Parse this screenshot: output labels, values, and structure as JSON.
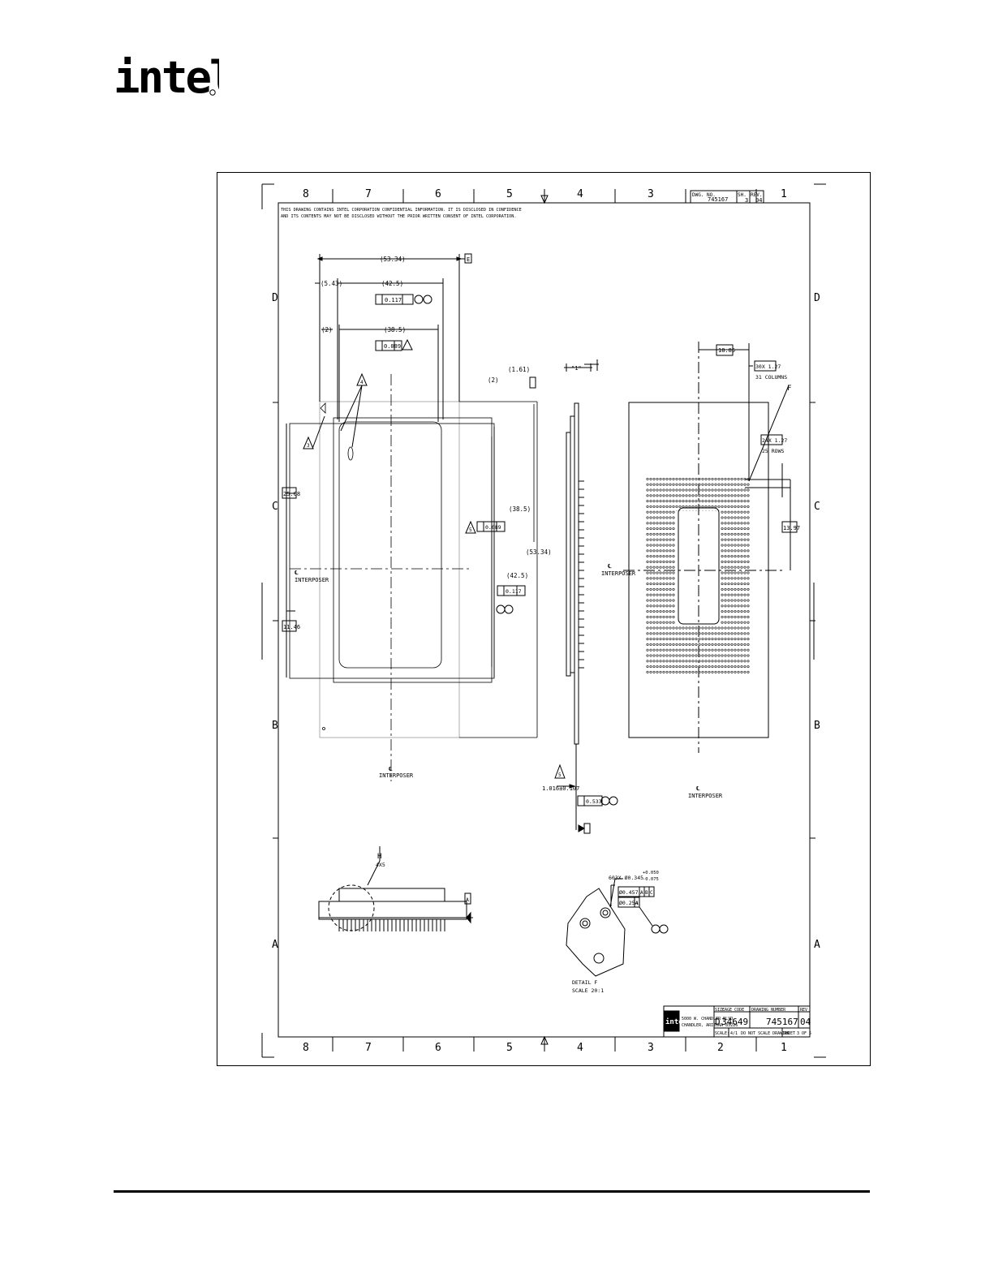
{
  "header": {
    "logo_text": "intel"
  },
  "drawing": {
    "zone_columns": [
      "8",
      "7",
      "6",
      "5",
      "4",
      "3",
      "2",
      "1"
    ],
    "zone_rows": [
      "D",
      "C",
      "B",
      "A"
    ],
    "confidential_note_line1": "THIS DRAWING CONTAINS INTEL CORPORATION CONFIDENTIAL INFORMATION. IT IS DISCLOSED IN CONFIDENCE",
    "confidential_note_line2": "AND ITS CONTENTS MAY NOT BE DISCLOSED WITHOUT THE PRIOR WRITTEN CONSENT OF INTEL CORPORATION.",
    "top_title_block": {
      "dwg_no_label": "DWG. NO.",
      "dwg_no": "745167",
      "sheet_label": "SH.",
      "sheet": "3",
      "rev_label": "REV.",
      "rev": "04"
    },
    "dims": {
      "d_53_34": "(53.34)",
      "d_5_43": "(5.43)",
      "d_42_5": "(42.5)",
      "d_38_5": "(38.5)",
      "d_2_left": "(2)",
      "d_2_right": "(2)",
      "d_1_61": "(1.61)",
      "d_25_08": "25.08",
      "d_11_46": "11.46",
      "d_53_34_v": "(53.34)",
      "d_38_5_v": "(38.5)",
      "d_42_5_v": "(42.5)",
      "d_1_f": "\"1\"",
      "d_18_85": "18.85",
      "d_30x": "30X 1.27",
      "columns": "31 COLUMNS",
      "d_24x": "24X 1.27",
      "rows": "25 ROWS",
      "d_13_97": "13.97",
      "d_thick": "1.016±0.107",
      "d_flat": "0.533",
      "tol_0_117": "0.117",
      "tol_0_089": "0.089",
      "hole_spec": "603X Ø0.345",
      "hole_tol_plus": "+0.050",
      "hole_tol_minus": "-0.075",
      "tol_0_457": "Ø0.457",
      "tol_0_254": "Ø0.254"
    },
    "labels": {
      "interposer": "INTERPOSER",
      "cl": "℄",
      "datum_a": "A",
      "datum_b": "B",
      "datum_c": "C",
      "datum_e": "E",
      "note_1": "1",
      "note_2": "2",
      "note_3": "3",
      "note_4": "4",
      "note_5": "5",
      "callout_f": "F",
      "callout_h": "H",
      "callout_4x": "4X5",
      "detail_title": "DETAIL  F",
      "detail_scale": "SCALE  20:1"
    },
    "title_block": {
      "company_line1": "5000 W. CHANDLER BLVD.",
      "company_line2": "CHANDLER, ARIZONA  85226",
      "size_label": "SIZE",
      "size": "D",
      "cage_label": "CAGE CODE",
      "cage": "34649",
      "dwg_label": "DRAWING NUMBER",
      "dwg": "745167",
      "rev_label": "REV",
      "rev": "04",
      "scale_label": "SCALE:",
      "scale": "4/1",
      "no_scale": "DO NOT SCALE DRAWING",
      "sheet_label": "SHEET",
      "sheet": "3 OF 5"
    }
  }
}
